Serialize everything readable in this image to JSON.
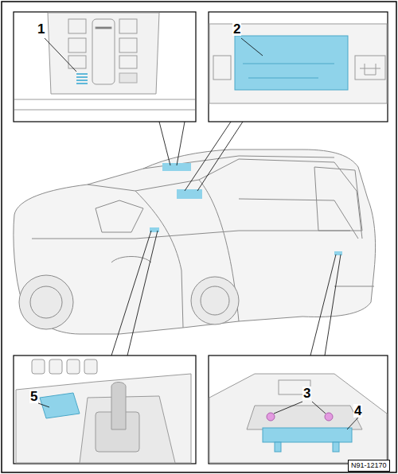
{
  "diagram": {
    "labels": [
      "1",
      "2",
      "3",
      "4",
      "5",
      "N91-12170"
    ]
  }
}
